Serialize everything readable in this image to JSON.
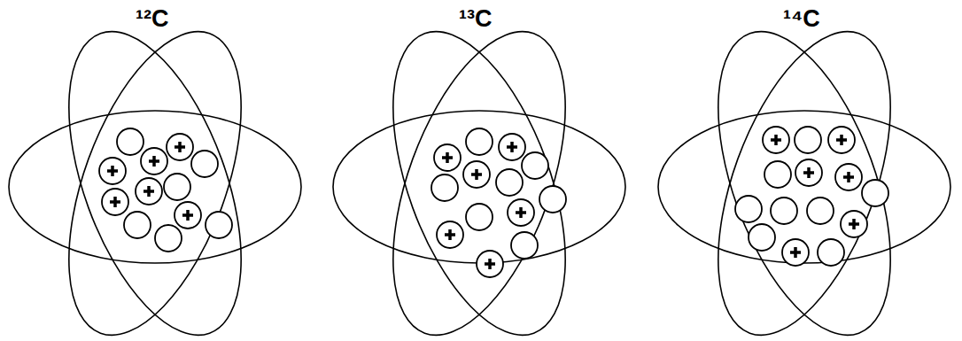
{
  "diagram": {
    "labels": [
      "¹²C",
      "¹³C",
      "¹⁴C"
    ]
  }
}
